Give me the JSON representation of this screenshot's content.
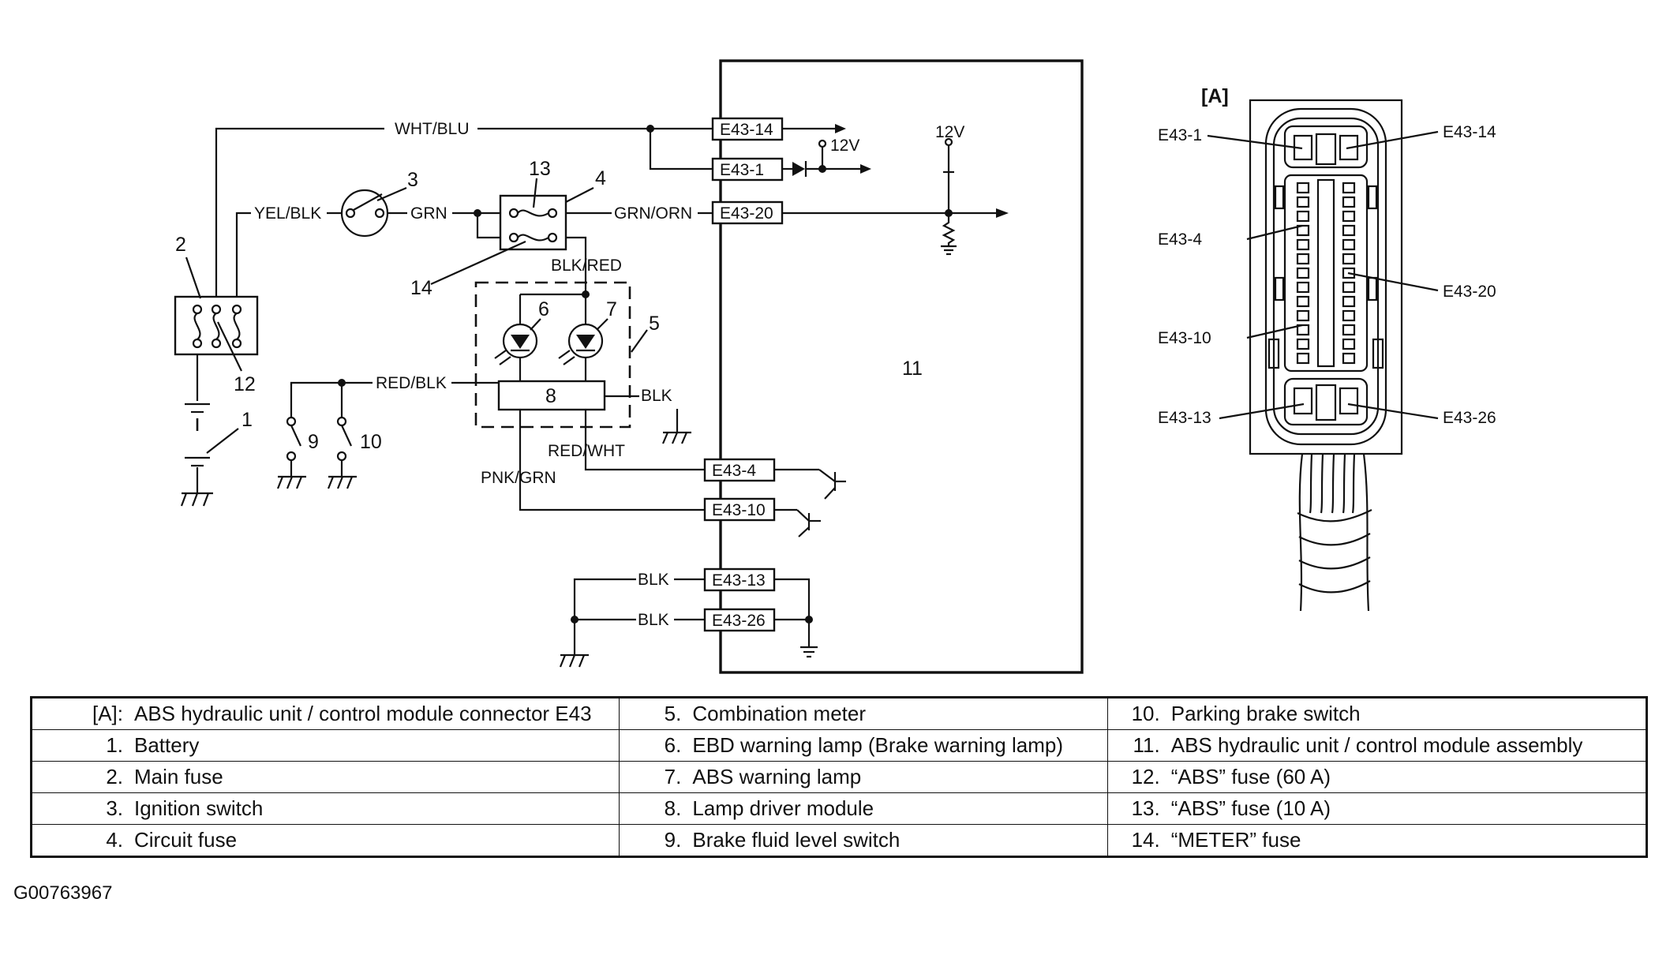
{
  "diagram": {
    "pins": {
      "p14": "E43-14",
      "p1": "E43-1",
      "p20": "E43-20",
      "p4": "E43-4",
      "p10": "E43-10",
      "p13": "E43-13",
      "p26": "E43-26"
    },
    "wires": {
      "wht_blu": "WHT/BLU",
      "yel_blk": "YEL/BLK",
      "grn": "GRN",
      "grn_orn": "GRN/ORN",
      "blk_red": "BLK/RED",
      "red_blk": "RED/BLK",
      "blk_lamp": "BLK",
      "red_wht": "RED/WHT",
      "pnk_grn": "PNK/GRN",
      "blk_13": "BLK",
      "blk_26": "BLK"
    },
    "voltages": {
      "v1": "12V",
      "v2": "12V"
    },
    "component_numbers": {
      "n1": "1",
      "n2": "2",
      "n3": "3",
      "n4": "4",
      "n5": "5",
      "n6": "6",
      "n7": "7",
      "n8": "8",
      "n9": "9",
      "n10": "10",
      "n11": "11",
      "n12": "12",
      "n13": "13",
      "n14": "14"
    }
  },
  "connector_view": {
    "title": "[A]",
    "pins": {
      "e1": "E43-1",
      "e14": "E43-14",
      "e4": "E43-4",
      "e20": "E43-20",
      "e10": "E43-10",
      "e13": "E43-13",
      "e26": "E43-26"
    }
  },
  "legend": {
    "rows": [
      [
        {
          "key": "[A]:",
          "text": "ABS hydraulic unit / control module connector E43"
        },
        {
          "key": "5.",
          "text": "Combination meter"
        },
        {
          "key": "10.",
          "text": "Parking brake switch"
        }
      ],
      [
        {
          "key": "1.",
          "text": "Battery"
        },
        {
          "key": "6.",
          "text": "EBD warning lamp (Brake warning lamp)"
        },
        {
          "key": "11.",
          "text": "ABS hydraulic unit / control module assembly"
        }
      ],
      [
        {
          "key": "2.",
          "text": "Main fuse"
        },
        {
          "key": "7.",
          "text": "ABS warning lamp"
        },
        {
          "key": "12.",
          "text": "“ABS” fuse (60 A)"
        }
      ],
      [
        {
          "key": "3.",
          "text": "Ignition switch"
        },
        {
          "key": "8.",
          "text": "Lamp driver module"
        },
        {
          "key": "13.",
          "text": "“ABS” fuse (10 A)"
        }
      ],
      [
        {
          "key": "4.",
          "text": "Circuit fuse"
        },
        {
          "key": "9.",
          "text": "Brake fluid level switch"
        },
        {
          "key": "14.",
          "text": "“METER” fuse"
        }
      ]
    ]
  },
  "footer": {
    "code": "G00763967"
  }
}
